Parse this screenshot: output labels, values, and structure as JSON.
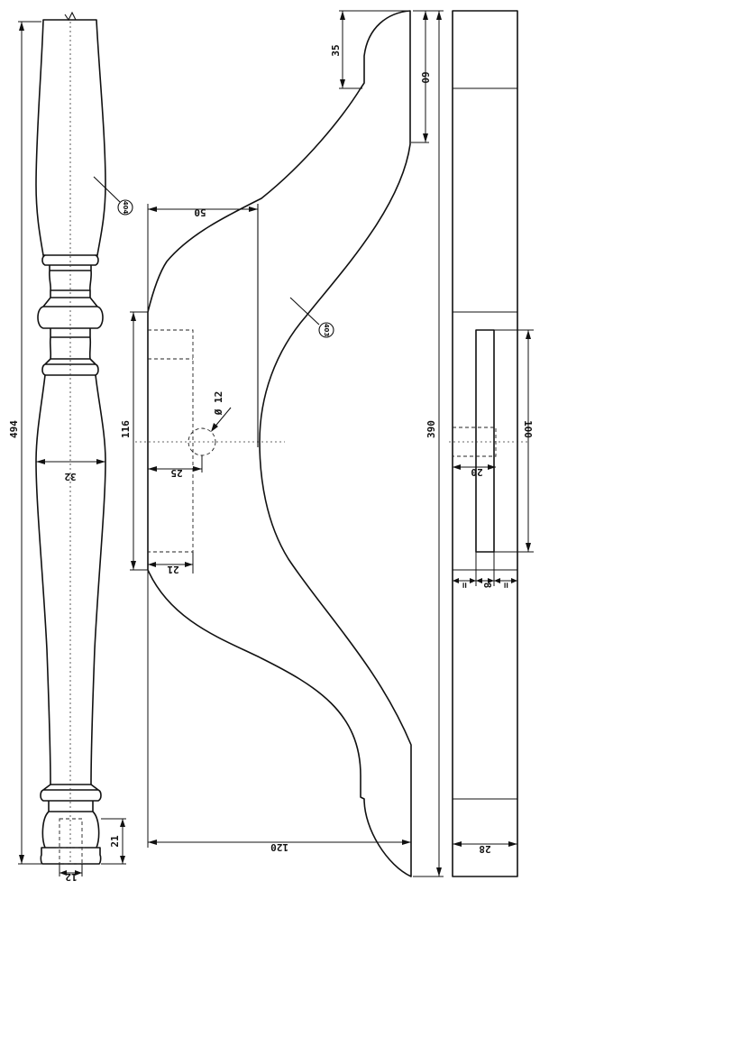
{
  "dimensions": {
    "leg_total_height": "494",
    "leg_diameter": "32",
    "leg_tenon_length": "21",
    "leg_tenon_diameter": "12",
    "foot_total_length": "390",
    "foot_top_notch": "35",
    "foot_top_height": "60",
    "foot_half_width": "50",
    "foot_hole_diameter": "Ø 12",
    "foot_mortise_height": "116",
    "foot_hole_offset": "25",
    "foot_mortise_depth": "21",
    "foot_max_width": "120",
    "side_mortise_length": "100",
    "side_mortise_depth": "20",
    "side_mortise_width": "8",
    "side_equal_left": "=",
    "side_equal_right": "=",
    "side_thickness": "28"
  },
  "parts": {
    "leg_ref": "404",
    "foot_ref": "403"
  }
}
